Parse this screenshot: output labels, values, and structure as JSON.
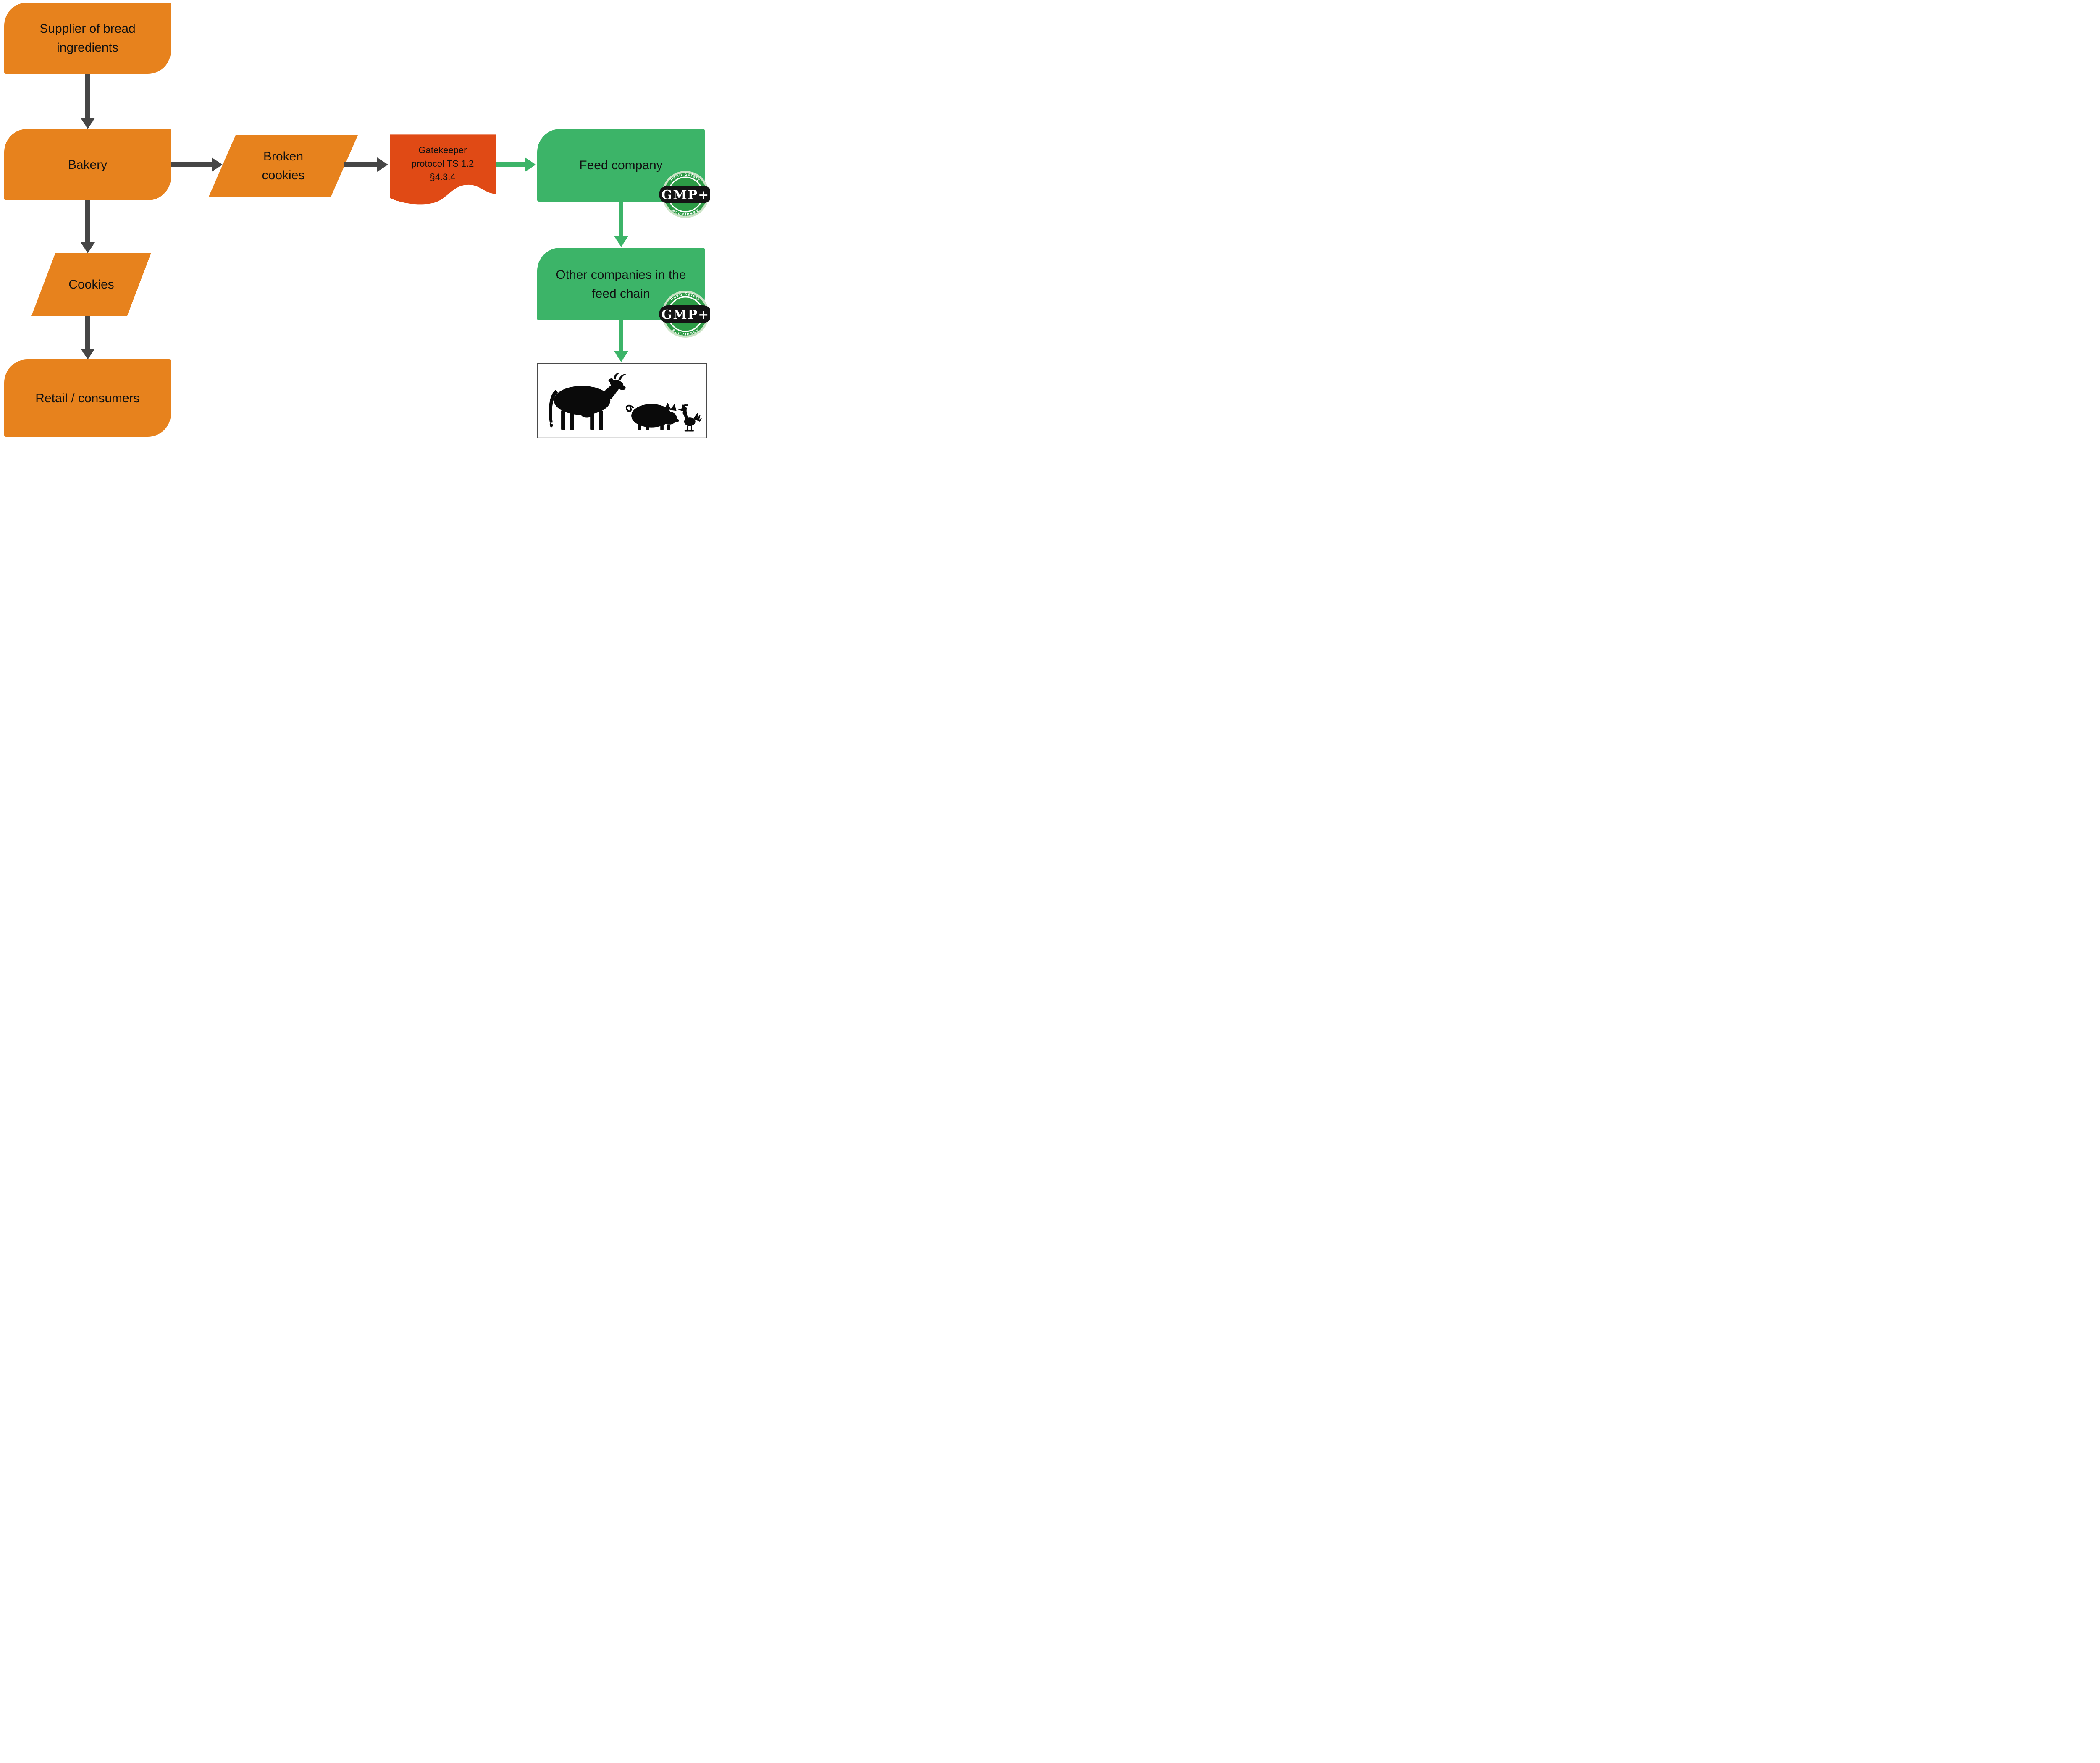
{
  "flowchart": {
    "nodes": {
      "supplier": {
        "label": "Supplier of bread ingredients",
        "shape": "rounded-rectangle",
        "color": "#E7821D"
      },
      "bakery": {
        "label": "Bakery",
        "shape": "rounded-rectangle",
        "color": "#E7821D"
      },
      "broken_cookies": {
        "label": "Broken cookies",
        "shape": "parallelogram",
        "color": "#E7821D"
      },
      "gatekeeper": {
        "label": "Gatekeeper protocol TS 1.2 §4.3.4",
        "shape": "document",
        "color": "#E04A15"
      },
      "feed_company": {
        "label": "Feed company",
        "shape": "rounded-rectangle",
        "color": "#3CB468"
      },
      "other_companies": {
        "label": "Other companies in the feed chain",
        "shape": "rounded-rectangle",
        "color": "#3CB468"
      },
      "cookies": {
        "label": "Cookies",
        "shape": "parallelogram",
        "color": "#E7821D"
      },
      "retail": {
        "label": "Retail / consumers",
        "shape": "rounded-rectangle",
        "color": "#E7821D"
      },
      "livestock": {
        "icons": [
          "cow",
          "pig",
          "rooster"
        ]
      }
    },
    "badge": {
      "label": "GMP+",
      "arc_top": "Feed Safety",
      "arc_bottom": "Assurance",
      "ring_color": "#CBE3C6",
      "seal_color": "#2C9B45",
      "band_color": "#141414"
    },
    "colors": {
      "orange": "#E7821D",
      "document_red": "#E04A15",
      "green": "#3CB468",
      "arrow_dark": "#464646",
      "text": "#111111"
    }
  }
}
